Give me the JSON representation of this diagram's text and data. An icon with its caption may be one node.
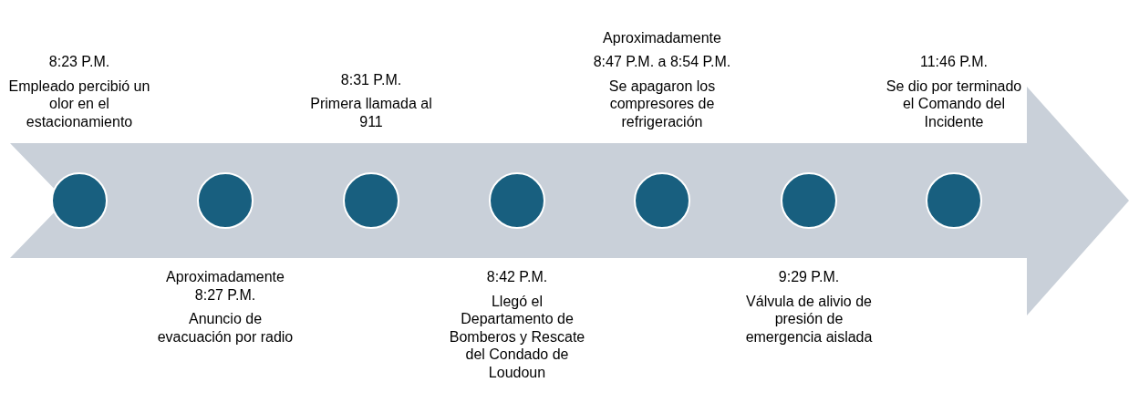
{
  "diagram": {
    "nodes": [
      {
        "text": [],
        "shape": "circle",
        "beside": [
          "8:23 P.M.",
          "Empleado percibió un olor en el estacionamiento"
        ]
      },
      {
        "text": [],
        "shape": "circle",
        "beside": [
          "Aproximadamente 8:27 P.M.",
          "Anuncio de evacuación por radio"
        ]
      },
      {
        "text": [],
        "shape": "circle",
        "beside": [
          "8:31 P.M.",
          "Primera llamada al 911"
        ]
      },
      {
        "text": [],
        "shape": "circle",
        "beside": [
          "8:42 P.M.",
          "Llegó el Departamento de Bomberos y Rescate del Condado de Loudoun"
        ]
      },
      {
        "text": [],
        "shape": "circle",
        "beside": [
          "Aproximadamente",
          "8:47 P.M. a 8:54 P.M.",
          "Se apagaron los compresores de refrigeración"
        ]
      },
      {
        "text": [],
        "shape": "circle",
        "beside": [
          "9:29 P.M.",
          "Válvula de alivio de presión de emergencia aislada"
        ]
      },
      {
        "text": [],
        "shape": "circle",
        "beside": [
          "11:46 P.M.",
          "Se dio por terminado el Comando del Incidente"
        ]
      }
    ]
  }
}
